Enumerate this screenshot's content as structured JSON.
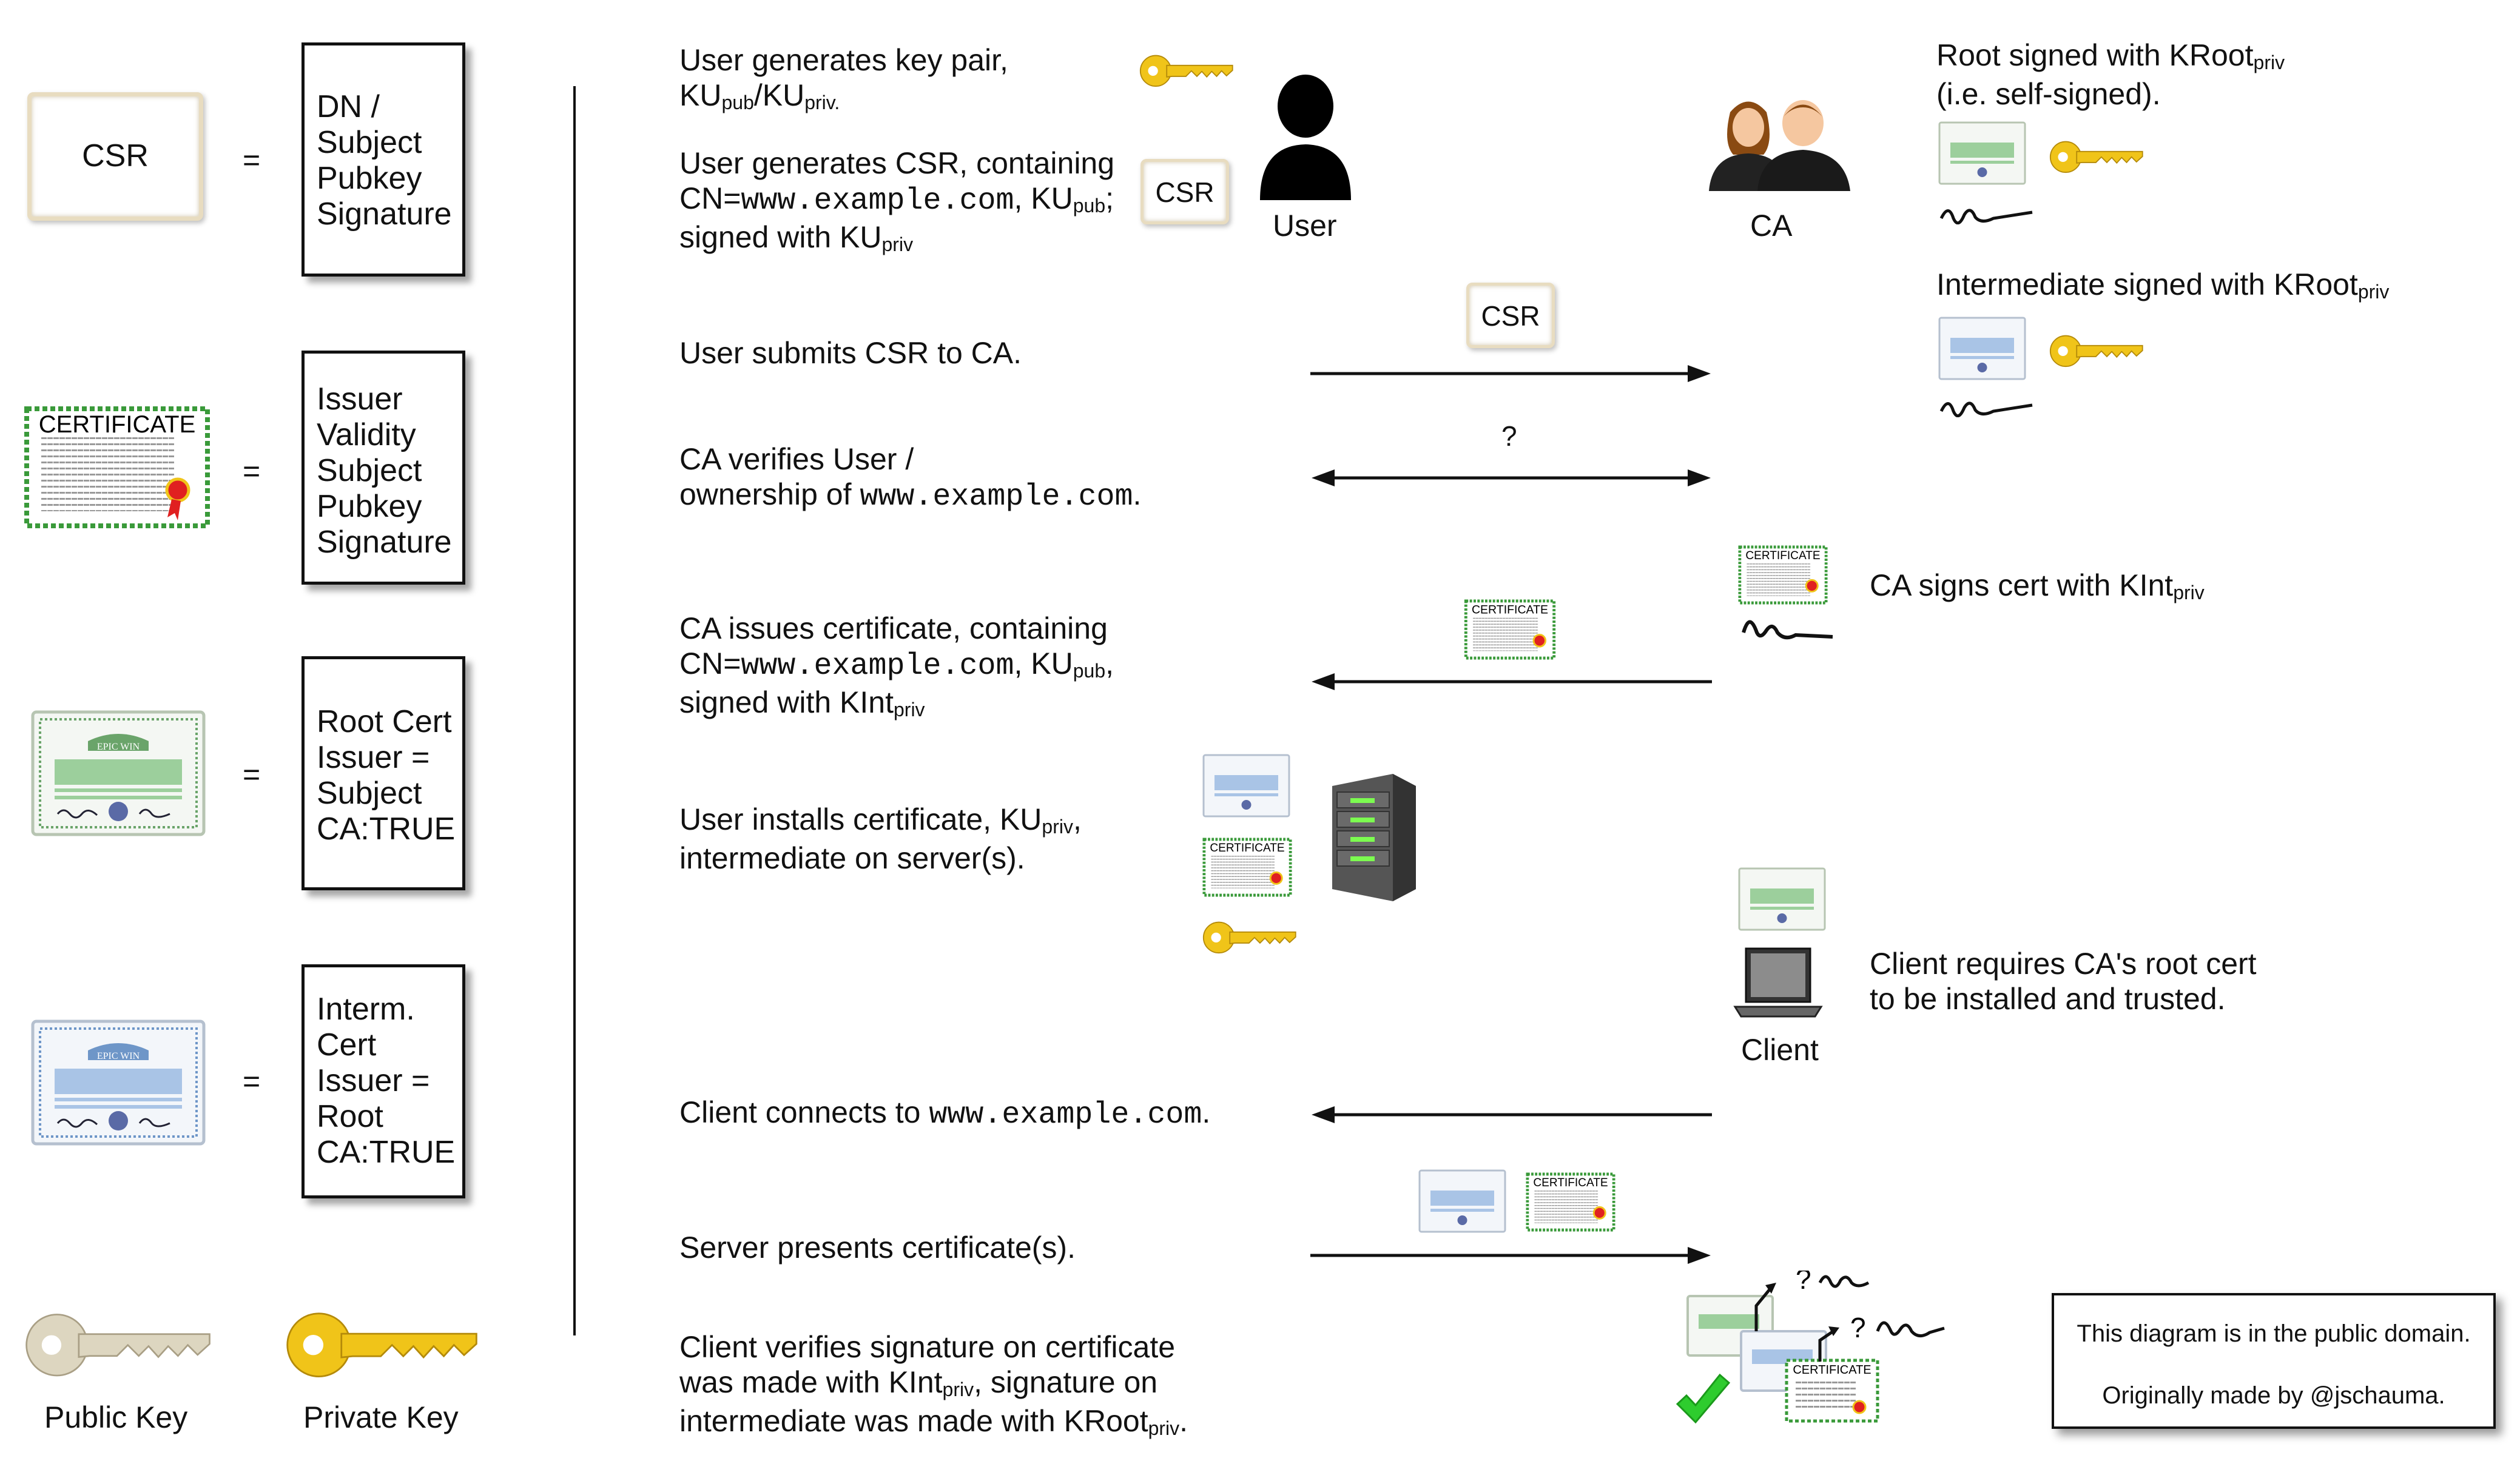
{
  "legend": {
    "csr": {
      "label": "CSR",
      "lines": [
        "DN /",
        "Subject",
        "Pubkey",
        "Signature"
      ]
    },
    "certificate": {
      "label": "CERTIFICATE",
      "lines": [
        "Issuer",
        "Validity",
        "Subject",
        "Pubkey",
        "Signature"
      ]
    },
    "root_cert": {
      "lines": [
        "Root Cert",
        "Issuer =",
        "Subject",
        "CA:TRUE"
      ]
    },
    "interm_cert": {
      "lines": [
        "Interm.",
        "Cert",
        "Issuer =",
        "Root",
        "CA:TRUE"
      ]
    },
    "equals": "=",
    "public_key": "Public Key",
    "private_key": "Private Key"
  },
  "actors": {
    "user": "User",
    "ca": "CA",
    "client": "Client"
  },
  "csr_icon_label": "CSR",
  "certificate_icon_label": "CERTIFICATE",
  "cert_banner": "EPIC WIN",
  "question_mark": "?",
  "domain": "www.example.com",
  "steps": {
    "s1": {
      "a": "User generates key pair,",
      "b1": "KU",
      "b1s": "pub",
      "b2": "/KU",
      "b2s": "priv."
    },
    "s2": {
      "a": "User generates CSR, containing",
      "b1": "CN=",
      "b3": ", KU",
      "b3s": "pub",
      "b4": ";",
      "c1": "signed with KU",
      "c1s": "priv"
    },
    "s3": {
      "a": "User submits CSR to CA."
    },
    "s4": {
      "a": "CA verifies User /",
      "b1": "ownership of ",
      "b3": "."
    },
    "s5": {
      "a": "CA issues certificate, containing",
      "b1": "CN=",
      "b3": ", KU",
      "b3s": "pub",
      "b4": ",",
      "c1": "signed with KInt",
      "c1s": "priv"
    },
    "s6": {
      "a1": "User installs certificate, KU",
      "a1s": "priv",
      "a2": ",",
      "b": "intermediate on server(s)."
    },
    "s7": {
      "a1": "Client connects to ",
      "a3": "."
    },
    "s8": {
      "a": "Server presents certificate(s)."
    },
    "s9": {
      "a": "Client verifies signature on certificate",
      "b1": "was made with KInt",
      "b1s": "priv",
      "b2": ", signature on",
      "c1": "intermediate was made with KRoot",
      "c1s": "priv",
      "c2": "."
    }
  },
  "ca_side": {
    "root": {
      "a1": "Root signed with KRoot",
      "a1s": "priv",
      "b": "(i.e. self-signed)."
    },
    "intermediate": {
      "a1": "Intermediate signed with KRoot",
      "a1s": "priv"
    },
    "signs": {
      "a1": "CA signs cert with KInt",
      "a1s": "priv"
    },
    "client_req": {
      "a": "Client requires CA's root cert",
      "b": "to be installed and trusted."
    }
  },
  "notice": {
    "line1": "This diagram is in the public domain.",
    "line2": "Originally made by @jschauma."
  },
  "colors": {
    "key_gold": "#f0c419",
    "key_public": "#ddd6c0",
    "cert_green": "#3a9a3a",
    "cert_blue": "#7ea6d6",
    "checkmark": "#2ecc2e"
  }
}
